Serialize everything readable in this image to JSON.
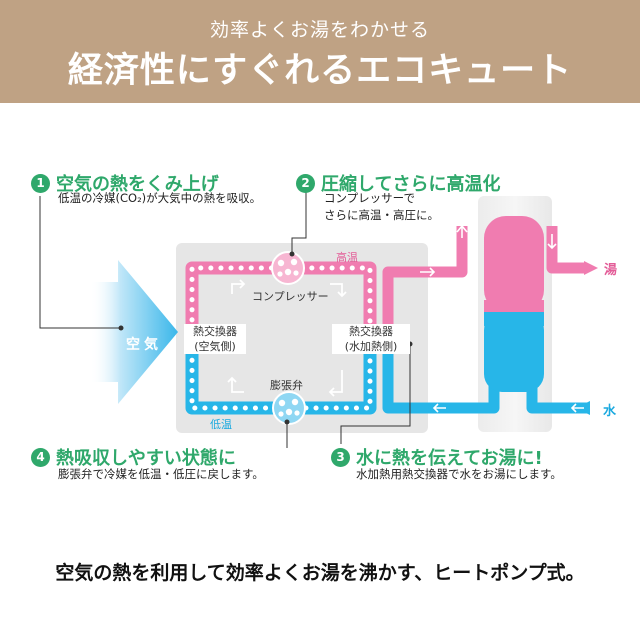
{
  "header": {
    "subtitle": "効率よくお湯をわかせる",
    "title": "経済性にすぐれるエコキュート"
  },
  "steps": [
    {
      "number": "1",
      "title": "空気の熱をくみ上げ",
      "desc": "低温の冷媒(CO₂)が大気中の熱を吸収。"
    },
    {
      "number": "2",
      "title": "圧縮してさらに高温化",
      "desc_line1": "コンプレッサーで",
      "desc_line2": "さらに高温・高圧に。"
    },
    {
      "number": "3",
      "title": "水に熱を伝えてお湯に!",
      "desc": "水加熱用熱交換器で水をお湯にします。"
    },
    {
      "number": "4",
      "title": "熱吸収しやすい状態に",
      "desc": "膨張弁で冷媒を低温・低圧に戻します。"
    }
  ],
  "diagram": {
    "air_label": "空気",
    "high_temp_label": "高温",
    "low_temp_label": "低温",
    "compressor_label": "コンプレッサー",
    "expansion_valve_label": "膨張弁",
    "hx_air_line1": "熱交換器",
    "hx_air_line2": "(空気側)",
    "hx_water_line1": "熱交換器",
    "hx_water_line2": "(水加熱側)",
    "hot_out_label": "湯",
    "water_in_label": "水"
  },
  "colors": {
    "header_bg": "#bfa284",
    "accent_green": "#2fa86b",
    "hot_pink": "#f07cb0",
    "cold_blue": "#27b6e8",
    "unit_gray": "#e6e6e6"
  },
  "footer": {
    "text": "空気の熱を利用して効率よくお湯を沸かす、ヒートポンプ式。"
  }
}
